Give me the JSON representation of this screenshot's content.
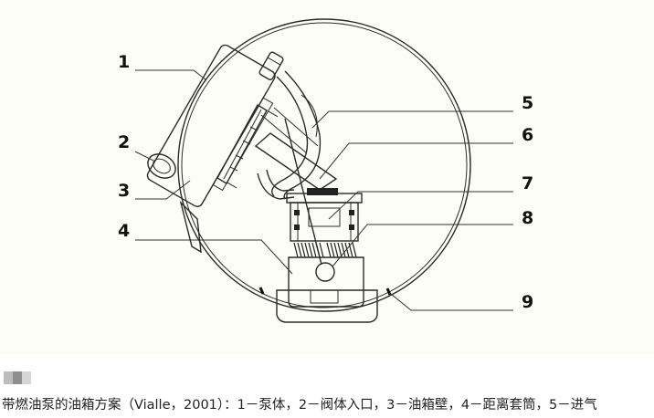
{
  "diagram": {
    "labels": [
      "1",
      "2",
      "3",
      "4",
      "5",
      "6",
      "7",
      "8",
      "9"
    ]
  },
  "caption": "带燃油泵的油箱方案（Vialle，2001）：1－泵体，2－阀体入口，3－油箱壁，4－距离套筒，5－进气",
  "colors": {
    "figure_background": "#fdfdf7",
    "line": "#2a2a2a",
    "fill_light": "#f0f0ee",
    "fill_dark": "#222222"
  },
  "icons": {
    "image_placeholder": "image-placeholder-icon"
  }
}
